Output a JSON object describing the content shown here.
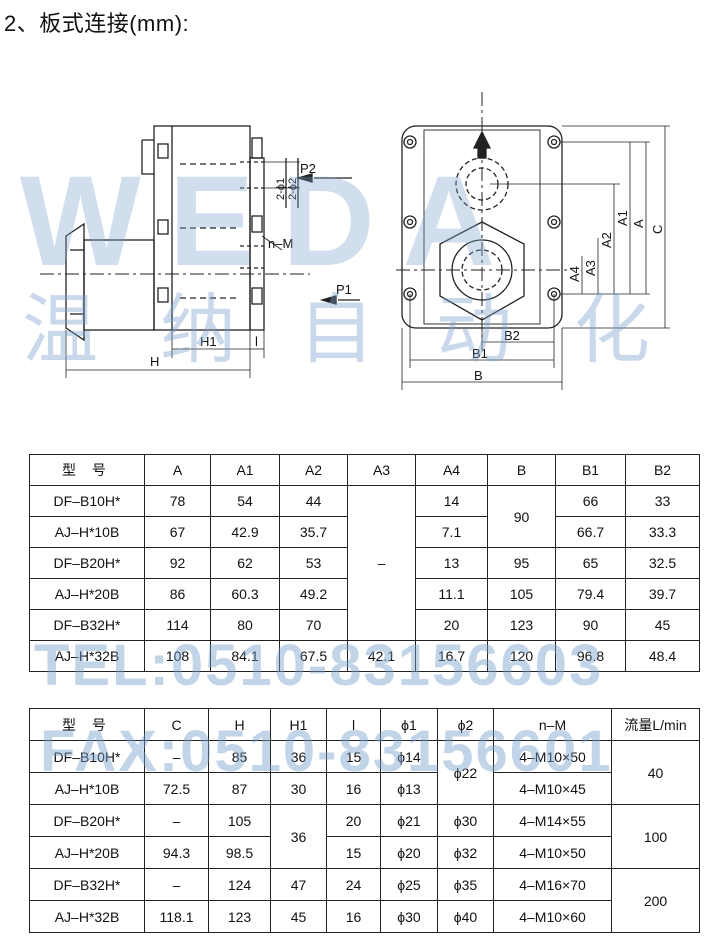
{
  "title": "2、板式连接(mm):",
  "watermark": {
    "logo": "WEDA",
    "chinese": "温纳自动化",
    "tel": "TEL:0510-83156603",
    "fax": "FAX:0510-83156601"
  },
  "drawing": {
    "labels": {
      "phi1": "2-ϕ1",
      "phi2": "2-ϕ2",
      "p2": "P2",
      "p1": "P1",
      "nm": "n–M",
      "h": "H",
      "h1": "H1",
      "l": "l",
      "a": "A",
      "a1": "A1",
      "a2": "A2",
      "a3": "A3",
      "a4": "A4",
      "c": "C",
      "b": "B",
      "b1": "B1",
      "b2": "B2"
    }
  },
  "table1": {
    "headers": [
      "型 号",
      "A",
      "A1",
      "A2",
      "A3",
      "A4",
      "B",
      "B1",
      "B2"
    ],
    "rows": [
      [
        "DF–B10H*",
        "78",
        "54",
        "44",
        "14",
        "90",
        "66",
        "33"
      ],
      [
        "AJ–H*10B",
        "67",
        "42.9",
        "35.7",
        "7.1",
        "66.7",
        "33.3"
      ],
      [
        "DF–B20H*",
        "92",
        "62",
        "53",
        "–",
        "13",
        "95",
        "65",
        "32.5"
      ],
      [
        "AJ–H*20B",
        "86",
        "60.3",
        "49.2",
        "11.1",
        "105",
        "79.4",
        "39.7"
      ],
      [
        "DF–B32H*",
        "114",
        "80",
        "70",
        "20",
        "123",
        "90",
        "45"
      ],
      [
        "AJ–H*32B",
        "108",
        "84.1",
        "67.5",
        "42.1",
        "16.7",
        "120",
        "96.8",
        "48.4"
      ]
    ]
  },
  "table2": {
    "headers": [
      "型 号",
      "C",
      "H",
      "H1",
      "l",
      "ϕ1",
      "ϕ2",
      "n–M",
      "流量L/min"
    ],
    "rows": [
      [
        "DF–B10H*",
        "–",
        "85",
        "36",
        "15",
        "ϕ14",
        "ϕ22",
        "4–M10×50",
        "40"
      ],
      [
        "AJ–H*10B",
        "72.5",
        "87",
        "30",
        "16",
        "ϕ13",
        "4–M10×45"
      ],
      [
        "DF–B20H*",
        "–",
        "105",
        "36",
        "20",
        "ϕ21",
        "ϕ30",
        "4–M14×55",
        "100"
      ],
      [
        "AJ–H*20B",
        "94.3",
        "98.5",
        "15",
        "ϕ20",
        "ϕ32",
        "4–M10×50"
      ],
      [
        "DF–B32H*",
        "–",
        "124",
        "47",
        "24",
        "ϕ25",
        "ϕ35",
        "4–M16×70",
        "200"
      ],
      [
        "AJ–H*32B",
        "118.1",
        "123",
        "45",
        "16",
        "ϕ30",
        "ϕ40",
        "4–M10×60"
      ]
    ]
  }
}
